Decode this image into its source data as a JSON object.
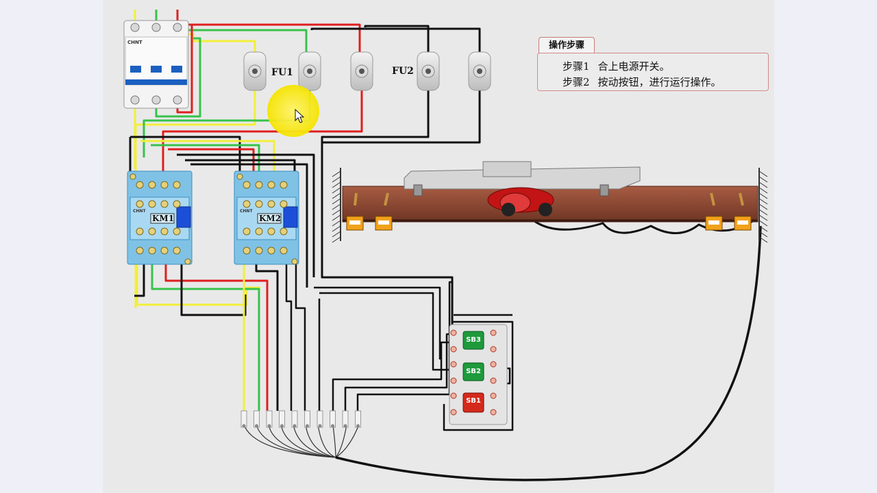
{
  "steps_panel": {
    "title": "操作步骤",
    "steps": [
      {
        "label": "步骤1",
        "text": "合上电源开关。"
      },
      {
        "label": "步骤2",
        "text": "按动按钮，进行运行操作。"
      }
    ]
  },
  "breaker": {
    "brand": "CHNT"
  },
  "fuses": {
    "fu1_label": "FU1",
    "fu2_label": "FU2"
  },
  "contactors": [
    {
      "label": "KM1",
      "brand": "CHNT"
    },
    {
      "label": "KM2",
      "brand": "CHNT"
    }
  ],
  "buttons": [
    {
      "label": "SB3",
      "color": "#1e9a3c"
    },
    {
      "label": "SB2",
      "color": "#1e9a3c"
    },
    {
      "label": "SB1",
      "color": "#d42a1c"
    }
  ],
  "colors": {
    "wire_yellow": "#f2ef3a",
    "wire_green": "#37c24a",
    "wire_red": "#e01e1e",
    "wire_black": "#111111",
    "contactor_blue": "#7fc2e6",
    "beam": "#8a4a35"
  }
}
